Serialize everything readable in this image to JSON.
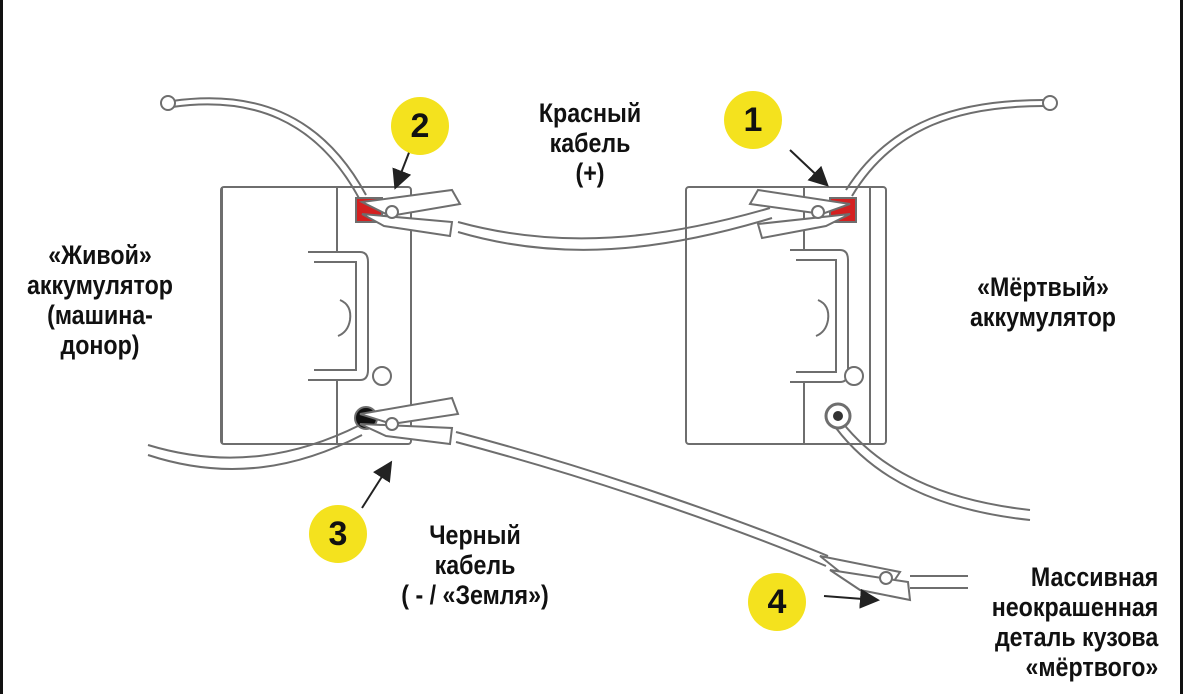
{
  "colors": {
    "badge_fill": "#f4e21e",
    "positive_terminal": "#d42020",
    "negative_terminal": "#111111",
    "outline": "#6e6e6e"
  },
  "badges": {
    "one": "1",
    "two": "2",
    "three": "3",
    "four": "4"
  },
  "red_cable": {
    "line1": "Красный",
    "line2": "кабель",
    "line3": "(+)"
  },
  "black_cable": {
    "line1": "Черный",
    "line2": "кабель",
    "line3": "( - / «Земля»)"
  },
  "live_battery": {
    "line1": "«Живой»",
    "line2": "аккумулятор",
    "line3": "(машина-",
    "line4": "донор)"
  },
  "dead_battery": {
    "line1": "«Мёртвый»",
    "line2": "аккумулятор"
  },
  "ground_point": {
    "line1": "Массивная",
    "line2": "неокрашенная",
    "line3": "деталь кузова",
    "line4": "«мёртвого»"
  }
}
